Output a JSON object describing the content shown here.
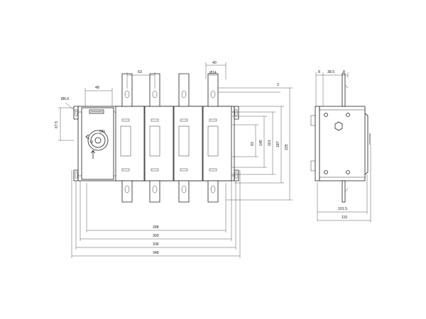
{
  "front_view": {
    "top_dims": {
      "d48": "48",
      "d63": "63",
      "d40": "40",
      "d14": "Ø14"
    },
    "left_dims": {
      "hole": "Ø6.6",
      "d67_5": "67.5"
    },
    "right_dims": {
      "d3": "3",
      "d93": "93",
      "d145": "145",
      "d161": "161",
      "d187": "187",
      "d225": "225"
    },
    "bottom_dims": {
      "d288": "288",
      "d300": "300",
      "d336": "336",
      "d348": "348"
    },
    "handle_marks": {
      "on": "ON",
      "off": "O"
    }
  },
  "side_view": {
    "top_dims": {
      "d8a": "8",
      "d38_5": "38.5",
      "d8b": "8"
    },
    "bottom_dims": {
      "d101_5": "101.5",
      "d110": "110"
    }
  }
}
